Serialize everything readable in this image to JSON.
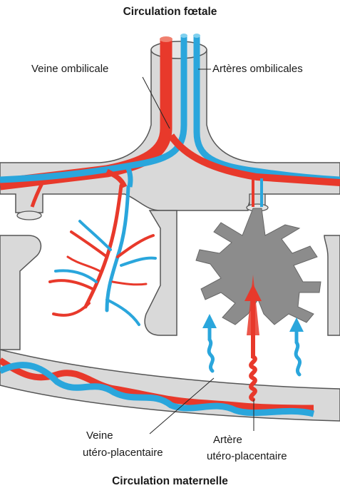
{
  "title_top": "Circulation fœtale",
  "title_bottom": "Circulation maternelle",
  "labels": {
    "umbilical_vein": "Veine ombilicale",
    "umbilical_arteries": "Artères ombilicales",
    "uteroplacental_vein_line1": "Veine",
    "uteroplacental_vein_line2": "utéro-placentaire",
    "uteroplacental_artery_line1": "Artère",
    "uteroplacental_artery_line2": "utéro-placentaire"
  },
  "colors": {
    "artery_red": "#e8392b",
    "vein_blue": "#2aa6dc",
    "tissue_gray": "#d9d9d9",
    "tissue_outline": "#555555",
    "villus_gray": "#8c8c8c",
    "text": "#1a1a1a"
  }
}
